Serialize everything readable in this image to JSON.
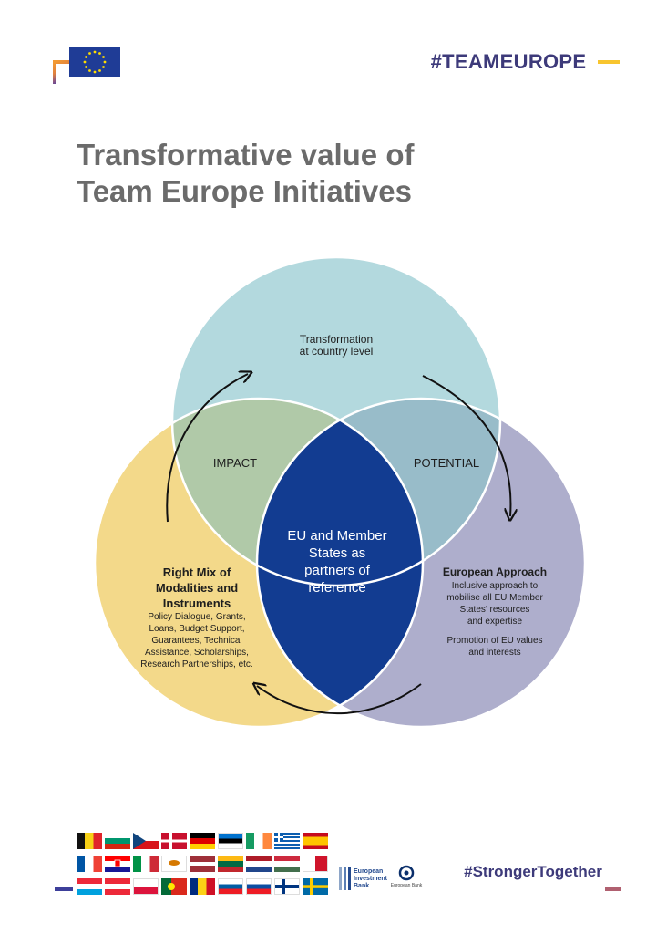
{
  "header": {
    "hashtag": "#TEAMEUROPE",
    "flag_icon": "eu-flag-icon"
  },
  "title": {
    "line1": "Transformative value of",
    "line2": "Team Europe Initiatives"
  },
  "diagram": {
    "top_circle": {
      "line1": "Transformation",
      "line2": "at country level"
    },
    "left_overlap": "IMPACT",
    "right_overlap": "POTENTIAL",
    "center": {
      "line1": "EU and Member",
      "line2": "States as",
      "line3": "partners of",
      "line4": "reference"
    },
    "left_circle": {
      "heading1": "Right Mix of",
      "heading2": "Modalities and",
      "heading3": "Instruments",
      "detail1": "Policy Dialogue, Grants,",
      "detail2": "Loans, Budget Support,",
      "detail3": "Guarantees, Technical",
      "detail4": "Assistance, Scholarships,",
      "detail5": "Research Partnerships, etc."
    },
    "right_circle": {
      "heading": "European Approach",
      "detail1": "Inclusive approach to",
      "detail2": "mobilise all EU Member",
      "detail3": "States’ resources",
      "detail4": "and expertise",
      "detail5": "Promotion of EU values",
      "detail6": "and interests"
    },
    "colors": {
      "top": "#b3d9de",
      "left": "#f3d98a",
      "right": "#aeaecc",
      "impact": "#b0c9a8",
      "potential": "#98bcc9",
      "center": "#123c91"
    }
  },
  "footer": {
    "hashtag": "#StrongerTogether",
    "eib_line1": "European",
    "eib_line2": "Investment",
    "eib_line3": "Bank",
    "ebrd_line": "European Bank",
    "flag_icons": "member-state-flag-icons"
  }
}
